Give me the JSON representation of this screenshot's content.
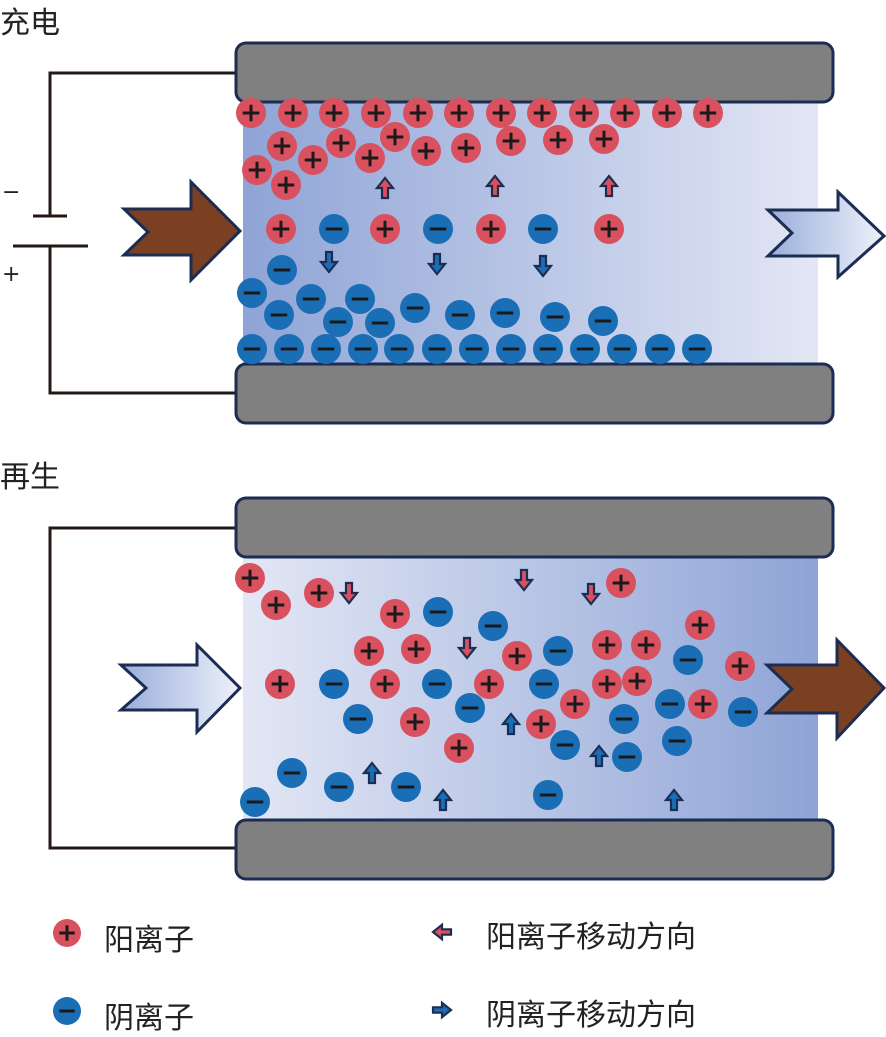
{
  "colors": {
    "cation": "#d9505f",
    "anion": "#1a6eb5",
    "electrode": "#808080",
    "outline": "#1b2d52",
    "brown_arrow": "#7b3f22",
    "channel_dark": "#8fa4d6",
    "channel_light": "#dfe4f3"
  },
  "panels": [
    {
      "id": "charging",
      "title": "充电",
      "battery": {
        "minus_label": "−",
        "plus_label": "+"
      },
      "inlet_arrow": "brown",
      "outlet_arrow": "light",
      "cations": [
        [
          251,
          113
        ],
        [
          293,
          113
        ],
        [
          334,
          113
        ],
        [
          376,
          113
        ],
        [
          418,
          113
        ],
        [
          459,
          113
        ],
        [
          501,
          113
        ],
        [
          542,
          113
        ],
        [
          584,
          113
        ],
        [
          625,
          113
        ],
        [
          667,
          113
        ],
        [
          708,
          113
        ],
        [
          282,
          146
        ],
        [
          313,
          160
        ],
        [
          341,
          143
        ],
        [
          370,
          158
        ],
        [
          395,
          137
        ],
        [
          426,
          151
        ],
        [
          466,
          148
        ],
        [
          511,
          141
        ],
        [
          558,
          140
        ],
        [
          604,
          139
        ],
        [
          257,
          170
        ],
        [
          286,
          185
        ],
        [
          281,
          229
        ],
        [
          385,
          229
        ],
        [
          491,
          229
        ],
        [
          609,
          229
        ]
      ],
      "anions": [
        [
          334,
          229
        ],
        [
          438,
          229
        ],
        [
          543,
          229
        ],
        [
          282,
          270
        ],
        [
          252,
          293
        ],
        [
          279,
          315
        ],
        [
          311,
          299
        ],
        [
          338,
          322
        ],
        [
          360,
          299
        ],
        [
          380,
          323
        ],
        [
          415,
          308
        ],
        [
          460,
          315
        ],
        [
          505,
          313
        ],
        [
          555,
          317
        ],
        [
          603,
          321
        ],
        [
          252,
          349
        ],
        [
          289,
          349
        ],
        [
          326,
          349
        ],
        [
          363,
          349
        ],
        [
          399,
          349
        ],
        [
          437,
          349
        ],
        [
          474,
          349
        ],
        [
          511,
          349
        ],
        [
          548,
          349
        ],
        [
          585,
          349
        ],
        [
          622,
          349
        ],
        [
          660,
          349
        ],
        [
          697,
          349
        ]
      ],
      "cation_arrows_up": [
        [
          385,
          188
        ],
        [
          495,
          186
        ],
        [
          609,
          186
        ]
      ],
      "anion_arrows_down": [
        [
          329,
          262
        ],
        [
          437,
          264
        ],
        [
          543,
          266
        ]
      ]
    },
    {
      "id": "regeneration",
      "title": "再生",
      "inlet_arrow": "light",
      "outlet_arrow": "brown",
      "cations": [
        [
          250,
          578
        ],
        [
          276,
          605
        ],
        [
          319,
          593
        ],
        [
          395,
          614
        ],
        [
          369,
          651
        ],
        [
          416,
          649
        ],
        [
          280,
          684
        ],
        [
          385,
          684
        ],
        [
          415,
          722
        ],
        [
          459,
          748
        ],
        [
          517,
          656
        ],
        [
          489,
          684
        ],
        [
          541,
          724
        ],
        [
          575,
          704
        ],
        [
          607,
          645
        ],
        [
          646,
          645
        ],
        [
          607,
          684
        ],
        [
          637,
          681
        ],
        [
          621,
          583
        ],
        [
          700,
          625
        ],
        [
          703,
          704
        ],
        [
          740,
          666
        ]
      ],
      "anions": [
        [
          438,
          612
        ],
        [
          493,
          626
        ],
        [
          334,
          684
        ],
        [
          437,
          684
        ],
        [
          544,
          684
        ],
        [
          358,
          719
        ],
        [
          470,
          708
        ],
        [
          558,
          651
        ],
        [
          624,
          719
        ],
        [
          688,
          660
        ],
        [
          670,
          704
        ],
        [
          565,
          745
        ],
        [
          627,
          757
        ],
        [
          677,
          741
        ],
        [
          743,
          712
        ],
        [
          292,
          773
        ],
        [
          339,
          787
        ],
        [
          406,
          787
        ],
        [
          548,
          795
        ],
        [
          255,
          802
        ]
      ],
      "cation_arrows_down": [
        [
          349,
          593
        ],
        [
          524,
          580
        ],
        [
          591,
          594
        ],
        [
          467,
          648
        ]
      ],
      "anion_arrows_up": [
        [
          511,
          724
        ],
        [
          372,
          773
        ],
        [
          443,
          800
        ],
        [
          599,
          756
        ],
        [
          674,
          800
        ]
      ]
    }
  ],
  "legend": {
    "cation_label": "阳离子",
    "anion_label": "阴离子",
    "cation_direction_label": "阳离子移动方向",
    "anion_direction_label": "阴离子移动方向"
  }
}
